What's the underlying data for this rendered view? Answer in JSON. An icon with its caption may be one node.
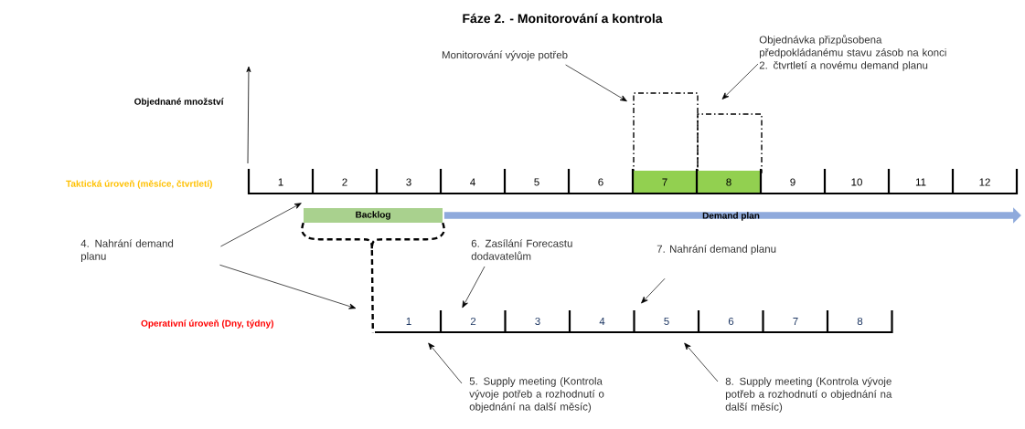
{
  "diagram": {
    "title": "Fáze 2. - Monitorování a kontrola",
    "nodes": [
      {
        "text": [
          "Monitorování vývoje potřeb"
        ]
      },
      {
        "text": [
          "Objednávka přizpůsobena předpokládanému stavu zásob na konci 2. čtvrtletí a novému demand planu"
        ]
      },
      {
        "text": [],
        "shape": "box"
      },
      {
        "text": [],
        "shape": "box"
      },
      {
        "text": [
          "1"
        ]
      },
      {
        "text": [
          "2"
        ]
      },
      {
        "text": [
          "3"
        ]
      },
      {
        "text": [
          "4"
        ]
      },
      {
        "text": [
          "5"
        ]
      },
      {
        "text": [
          "6"
        ]
      },
      {
        "text": [
          "7"
        ]
      },
      {
        "text": [
          "8"
        ]
      },
      {
        "text": [
          "9"
        ]
      },
      {
        "text": [
          "10"
        ]
      },
      {
        "text": [
          "11"
        ]
      },
      {
        "text": [
          "12"
        ]
      },
      {
        "text": [
          "4. Nahrání demand planu"
        ]
      },
      {
        "text": [
          "Backlog"
        ]
      },
      {
        "text": [
          "Demand plan"
        ]
      },
      {
        "text": [
          "6. Zasílání Forecastu dodavatelům"
        ]
      },
      {
        "text": [
          "7. Nahrání demand planu"
        ]
      },
      {
        "text": [
          "1"
        ]
      },
      {
        "text": [
          "2"
        ]
      },
      {
        "text": [
          "3"
        ]
      },
      {
        "text": [
          "4"
        ]
      },
      {
        "text": [
          "5"
        ]
      },
      {
        "text": [
          "6"
        ]
      },
      {
        "text": [
          "7"
        ]
      },
      {
        "text": [
          "8"
        ]
      },
      {
        "text": [
          "5. Supply meeting (Kontrola vývoje potřeb a rozhodnutí o objednání na další měsíc)"
        ]
      },
      {
        "text": [
          "8. Supply meeting (Kontrola vývoje potřeb a rozhodnutí o objednání na další měsíc)"
        ]
      }
    ],
    "edges": [
      {
        "from": 0,
        "to": 2,
        "arrow": "to"
      },
      {
        "from": 1,
        "to": 3,
        "arrow": "to"
      },
      {
        "from": 16,
        "to": 4,
        "arrow": "to"
      },
      {
        "from": 16,
        "to": 21,
        "arrow": "to"
      },
      {
        "from": 17,
        "to": 21,
        "arrow": "none",
        "style": "dashed"
      },
      {
        "from": 19,
        "to": 22,
        "arrow": "to"
      },
      {
        "from": 20,
        "to": 25,
        "arrow": "to"
      },
      {
        "from": 29,
        "to": 21,
        "arrow": "to"
      },
      {
        "from": 30,
        "to": 25,
        "arrow": "to"
      }
    ],
    "labels": [
      "Objednané množství",
      "Taktická úroveň (měsíce, čtvrtletí)",
      "Operativní úroveň (Dny, týdny)"
    ]
  }
}
